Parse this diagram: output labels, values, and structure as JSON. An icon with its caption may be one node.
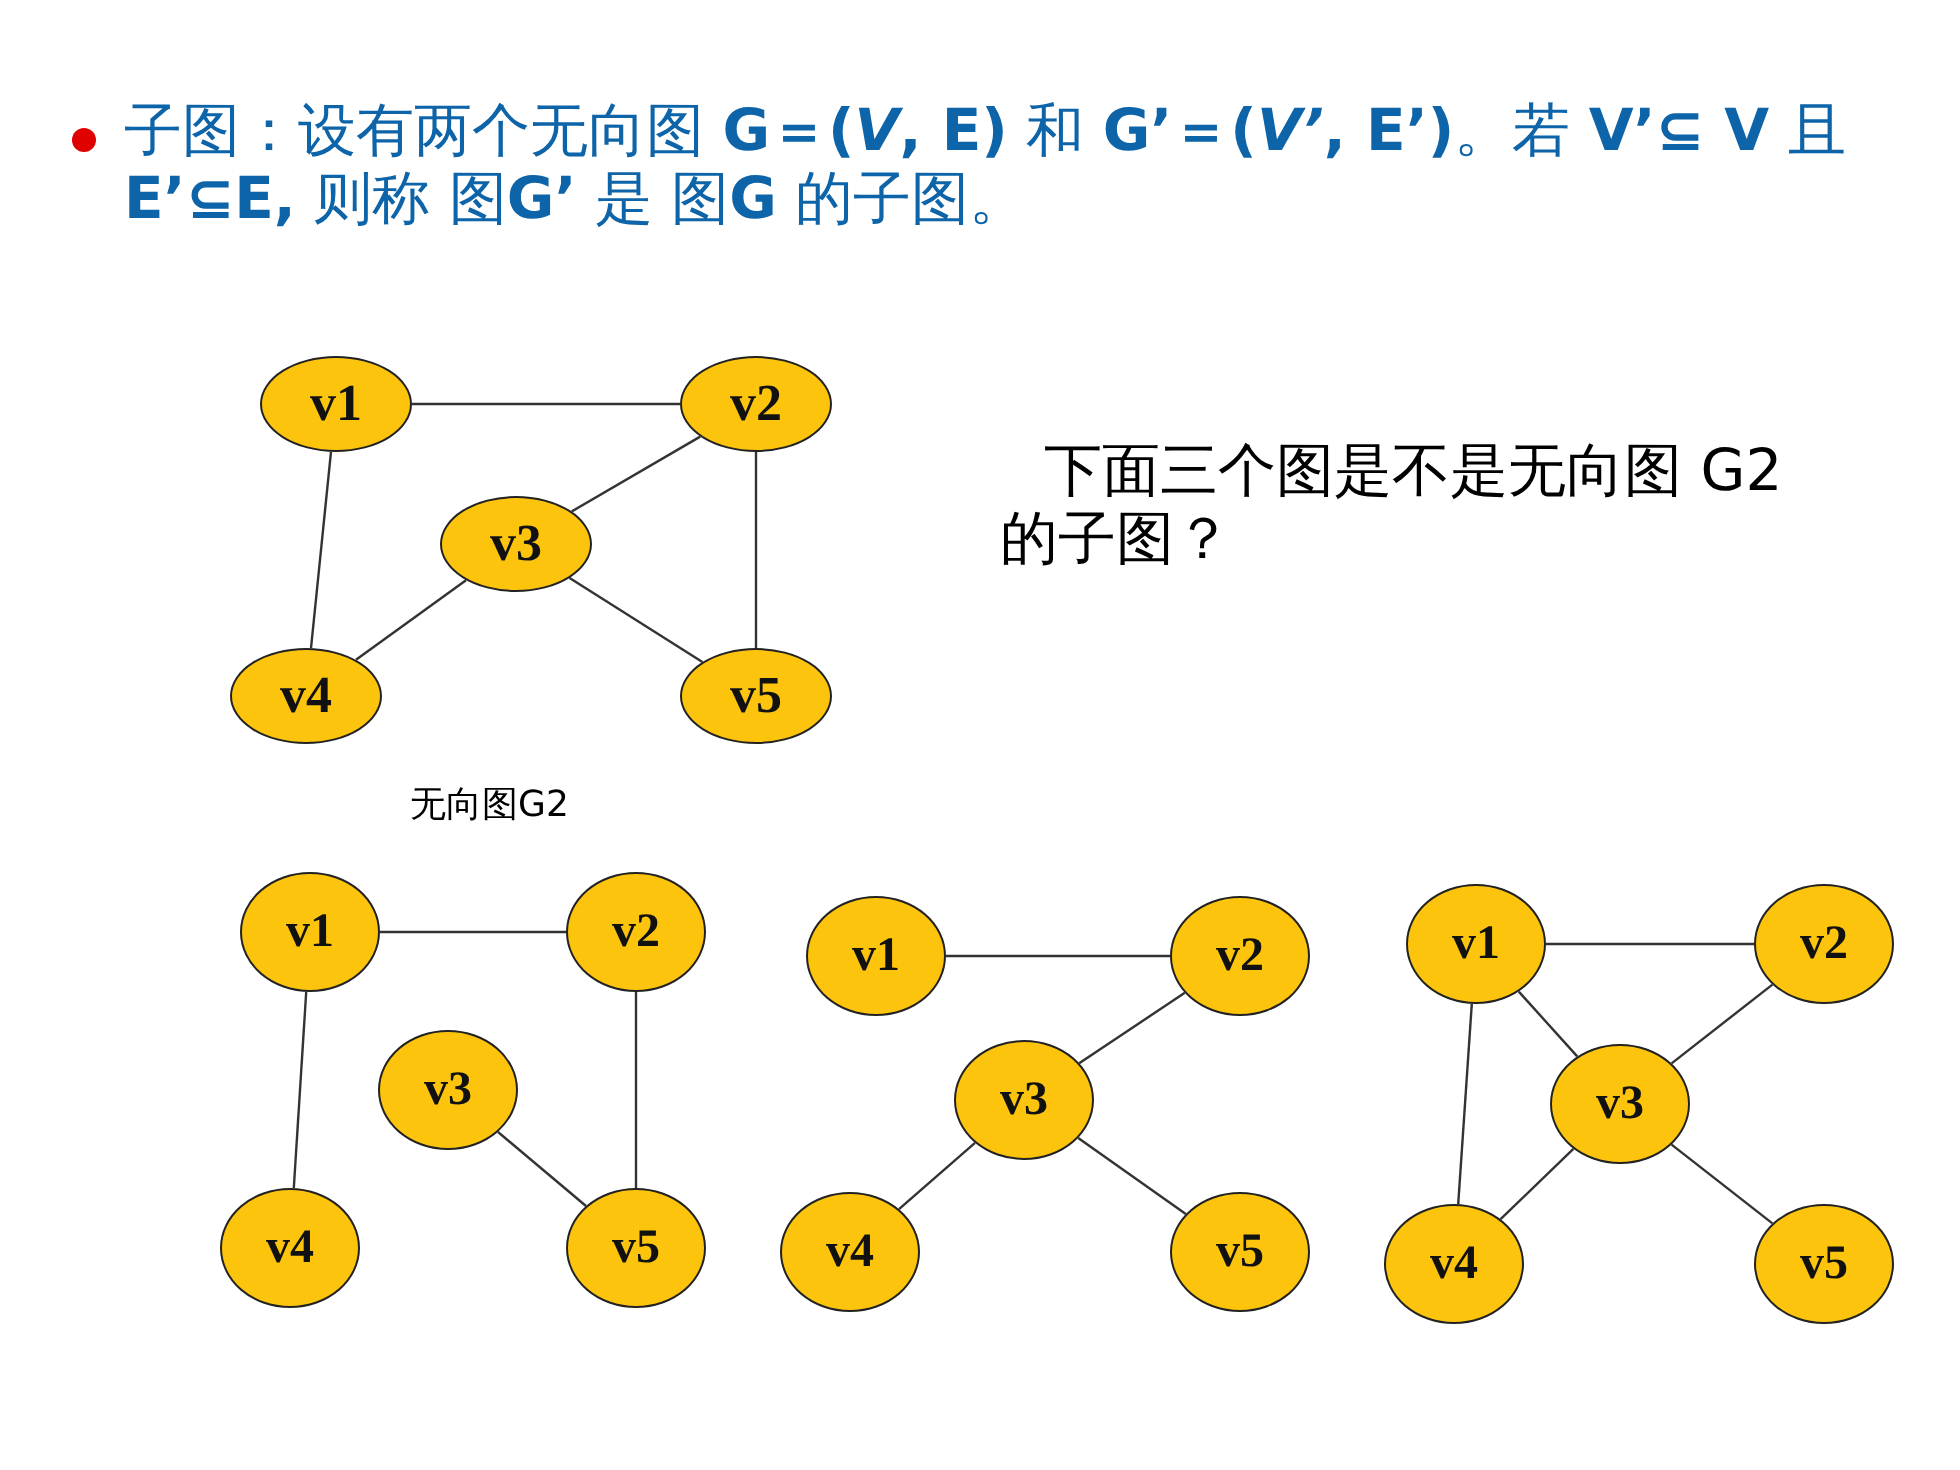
{
  "diagram": {
    "title": "子图：设有两个无向图 **G＝(*V*, E)** 和 **G’＝(*V’*, E’)**。若 **V’⊆ V** 且 **E’⊆E,** 则称 图**G’** 是 图**G** 的子图。",
    "nodes": [
      {
        "text": [
          "v1"
        ]
      },
      {
        "text": [
          "v2"
        ]
      },
      {
        "text": [
          "v3"
        ]
      },
      {
        "text": [
          "v4"
        ]
      },
      {
        "text": [
          "v5"
        ]
      },
      {
        "text": [
          "v1"
        ]
      },
      {
        "text": [
          "v2"
        ]
      },
      {
        "text": [
          "v3"
        ]
      },
      {
        "text": [
          "v4"
        ]
      },
      {
        "text": [
          "v5"
        ]
      },
      {
        "text": [
          "v1"
        ]
      },
      {
        "text": [
          "v2"
        ]
      },
      {
        "text": [
          "v3"
        ]
      },
      {
        "text": [
          "v4"
        ]
      },
      {
        "text": [
          "v5"
        ]
      },
      {
        "text": [
          "v1"
        ]
      },
      {
        "text": [
          "v2"
        ]
      },
      {
        "text": [
          "v3"
        ]
      },
      {
        "text": [
          "v4"
        ]
      },
      {
        "text": [
          "v5"
        ]
      }
    ],
    "edges": [
      {
        "from": 0,
        "to": 1,
        "arrow": "none"
      },
      {
        "from": 0,
        "to": 3,
        "arrow": "none"
      },
      {
        "from": 1,
        "to": 2,
        "arrow": "none"
      },
      {
        "from": 1,
        "to": 4,
        "arrow": "none"
      },
      {
        "from": 2,
        "to": 3,
        "arrow": "none"
      },
      {
        "from": 2,
        "to": 4,
        "arrow": "none"
      },
      {
        "from": 5,
        "to": 6,
        "arrow": "none"
      },
      {
        "from": 5,
        "to": 8,
        "arrow": "none"
      },
      {
        "from": 6,
        "to": 9,
        "arrow": "none"
      },
      {
        "from": 7,
        "to": 9,
        "arrow": "none"
      },
      {
        "from": 10,
        "to": 11,
        "arrow": "none"
      },
      {
        "from": 11,
        "to": 12,
        "arrow": "none"
      },
      {
        "from": 12,
        "to": 13,
        "arrow": "none"
      },
      {
        "from": 12,
        "to": 14,
        "arrow": "none"
      },
      {
        "from": 15,
        "to": 16,
        "arrow": "none"
      },
      {
        "from": 15,
        "to": 17,
        "arrow": "none"
      },
      {
        "from": 15,
        "to": 18,
        "arrow": "none"
      },
      {
        "from": 16,
        "to": 17,
        "arrow": "none"
      },
      {
        "from": 17,
        "to": 18,
        "arrow": "none"
      },
      {
        "from": 17,
        "to": 19,
        "arrow": "none"
      }
    ],
    "labels": [
      "下面三个图是不是无向图 G2的子图？",
      "无向图G2"
    ]
  }
}
